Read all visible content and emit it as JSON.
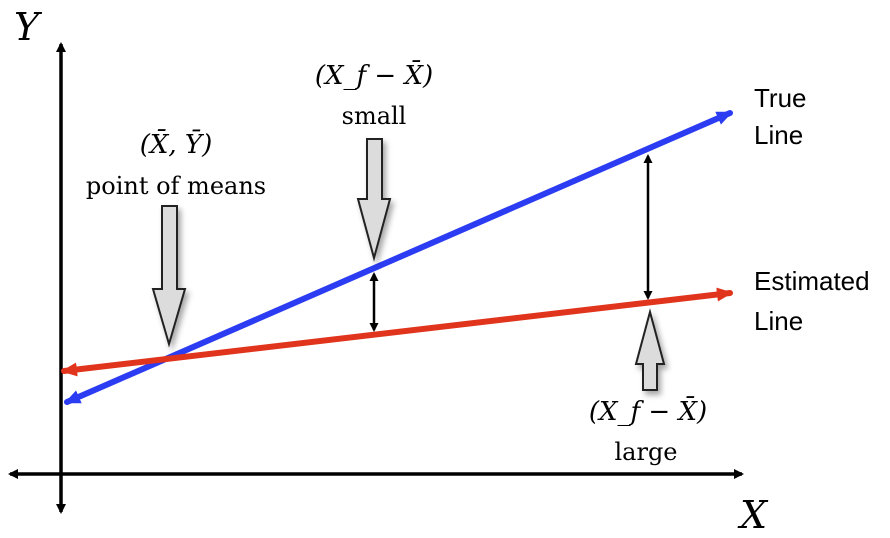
{
  "axes": {
    "y_label": "Y",
    "x_label": "X"
  },
  "annotations": {
    "point_of_means": {
      "math": "(X̄, Ȳ)",
      "text": "point of means"
    },
    "small_gap": {
      "math": "(X_f − X̄)",
      "text": "small"
    },
    "large_gap": {
      "math": "(X_f − X̄)",
      "text": "large"
    }
  },
  "lines": {
    "true_line": {
      "label_line1": "True",
      "label_line2": "Line",
      "color": "#2b3cf2"
    },
    "estimated_line": {
      "label_line1": "Estimated",
      "label_line2": "Line",
      "color": "#e0341c"
    }
  },
  "colors": {
    "axis": "#000000",
    "callout_arrow_fill": "#dcdcdc",
    "callout_arrow_stroke": "#222222"
  }
}
